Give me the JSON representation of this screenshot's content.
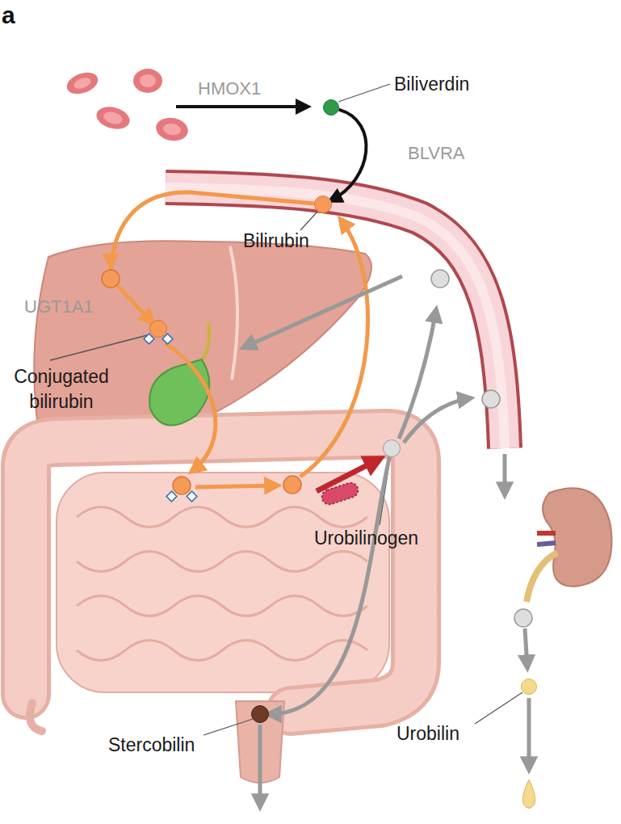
{
  "diagram": {
    "nodes": [
      {
        "text": [
          "Biliverdin"
        ]
      },
      {
        "text": [
          "Bilirubin"
        ]
      },
      {
        "text": [
          "Conjugated bilirubin"
        ]
      },
      {
        "text": [
          "Urobilinogen"
        ]
      },
      {
        "text": [
          "Stercobilin"
        ]
      },
      {
        "text": [
          "Urobilin"
        ]
      }
    ],
    "edges": [
      {
        "from": 0,
        "to": 1,
        "arrow": "to",
        "label": "BLVRA"
      },
      {
        "from": 1,
        "to": 2,
        "arrow": "to"
      },
      {
        "from": 3,
        "to": 4,
        "arrow": "to"
      }
    ],
    "labels": [
      "a",
      "HMOX1",
      "UGT1A1"
    ]
  }
}
